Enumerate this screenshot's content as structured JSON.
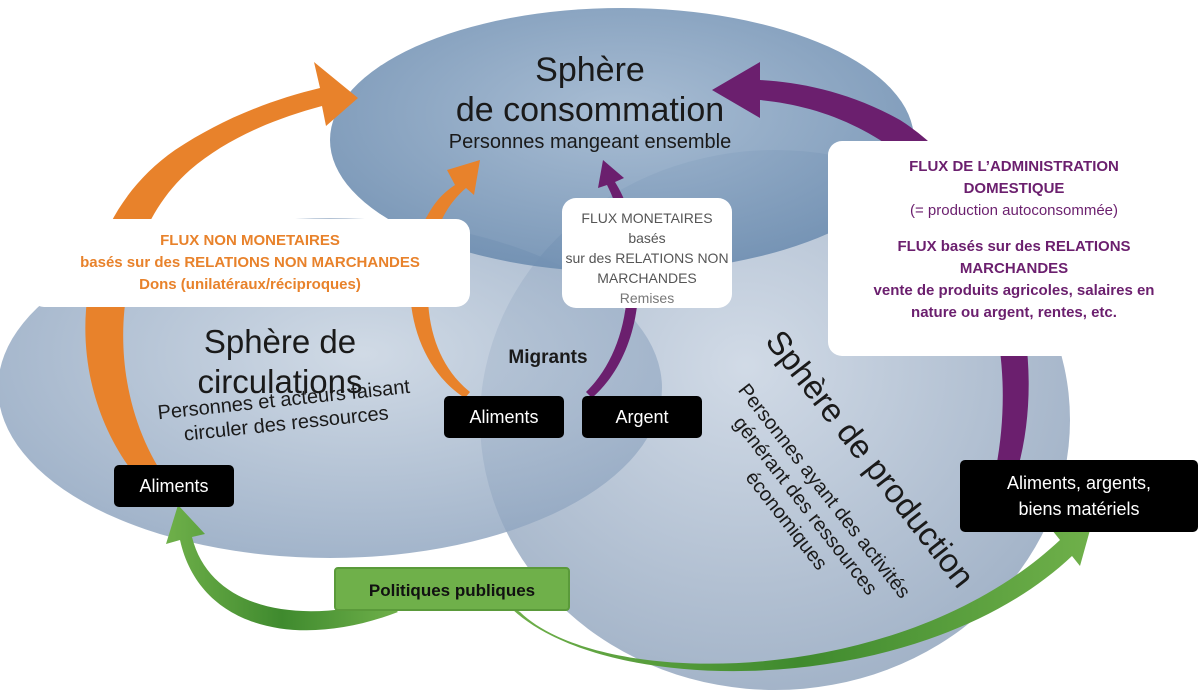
{
  "spheres": {
    "consommation": {
      "title_line1": "Sphère",
      "title_line2": "de consommation",
      "subtitle": "Personnes mangeant ensemble"
    },
    "circulations": {
      "title_line1": "Sphère de",
      "title_line2": "circulations",
      "subtitle_line1": "Personnes et acteurs faisant",
      "subtitle_line2": "circuler des ressources"
    },
    "production": {
      "title": "Sphère de production",
      "subtitle_line1": "Personnes ayant des activités",
      "subtitle_line2": "générant des ressources",
      "subtitle_line3": "économiques"
    }
  },
  "migrants_label": "Migrants",
  "flux_non_monetaires": {
    "line1": "FLUX NON MONETAIRES",
    "line2": "basés sur des RELATIONS NON MARCHANDES",
    "line3": "Dons (unilatéraux/réciproques)"
  },
  "flux_monetaires": {
    "line1": "FLUX MONETAIRES basés",
    "line2": "sur des RELATIONS NON",
    "line3": "MARCHANDES",
    "line4": "Remises"
  },
  "flux_administration": {
    "line1": "FLUX DE L’ADMINISTRATION",
    "line2": "DOMESTIQUE",
    "line3": "(= production autoconsommée)",
    "line4": "FLUX basés sur des RELATIONS",
    "line5": "MARCHANDES",
    "line6": "vente de produits agricoles, salaires en",
    "line7": "nature ou argent, rentes, etc."
  },
  "labels": {
    "aliments_circulation": "Aliments",
    "aliments_migrants": "Aliments",
    "argent_migrants": "Argent",
    "production_line1": "Aliments, argents,",
    "production_line2": "biens matériels"
  },
  "politiques_publiques": "Politiques publiques",
  "colors": {
    "orange_flux": "#e8822b",
    "purple_flux": "#6b1f6e",
    "green_flux": "#6fb04a",
    "sphere_fill": "#5f7fa4"
  }
}
